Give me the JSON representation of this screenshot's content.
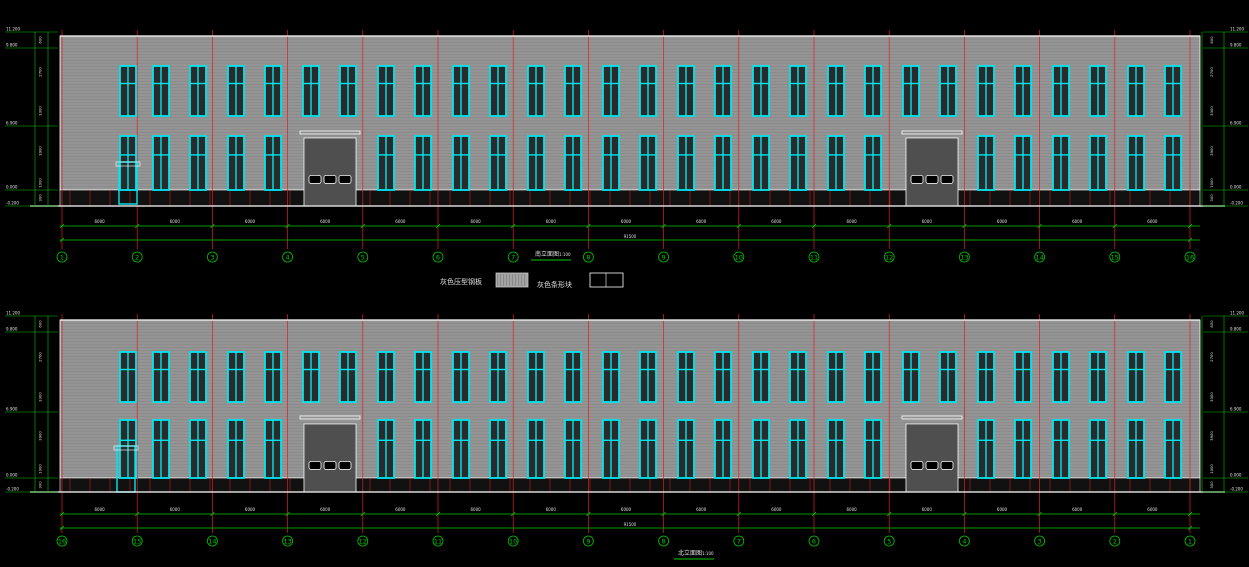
{
  "colors": {
    "background": "#000000",
    "facade": "#8c8c8c",
    "cladding_line": "#dcdcdc",
    "window": "#00e5ee",
    "grid_line": "#e02020",
    "dimension": "#00c800",
    "label": "#e0e0e0",
    "door": "#b4b4b4"
  },
  "elevations": [
    {
      "title": "南立面图",
      "scale": "1:100",
      "axes": [
        "1",
        "2",
        "3",
        "4",
        "5",
        "6",
        "7",
        "8",
        "9",
        "10",
        "11",
        "12",
        "13",
        "14",
        "15",
        "16"
      ],
      "span_labels": [
        "6000",
        "6000",
        "6000",
        "6000",
        "6000",
        "6000",
        "6000",
        "6000",
        "6000",
        "6000",
        "6000",
        "6000",
        "6000",
        "6000",
        "6000"
      ],
      "total_label": "91500",
      "level_labels": [
        "11.200",
        "9.800",
        "6.900",
        "0.000",
        "-0.200"
      ],
      "height_labels": [
        "600",
        "2700",
        "3300",
        "3900",
        "1000",
        "300"
      ]
    },
    {
      "title": "北立面图",
      "scale": "1:100",
      "axes": [
        "16",
        "15",
        "14",
        "13",
        "12",
        "11",
        "10",
        "9",
        "8",
        "7",
        "6",
        "5",
        "4",
        "3",
        "2",
        "1"
      ],
      "span_labels": [
        "6000",
        "6000",
        "6000",
        "6000",
        "6000",
        "6000",
        "6000",
        "6000",
        "6000",
        "6000",
        "6000",
        "6000",
        "6000",
        "6000",
        "6000"
      ],
      "total_label": "91500",
      "level_labels": [
        "11.200",
        "9.800",
        "6.900",
        "0.000",
        "-0.200"
      ],
      "height_labels": [
        "600",
        "2700",
        "3300",
        "3900",
        "1000",
        "300"
      ]
    }
  ],
  "legend": {
    "item1_label": "灰色压型钢板",
    "item2_label": "灰色条形块"
  }
}
